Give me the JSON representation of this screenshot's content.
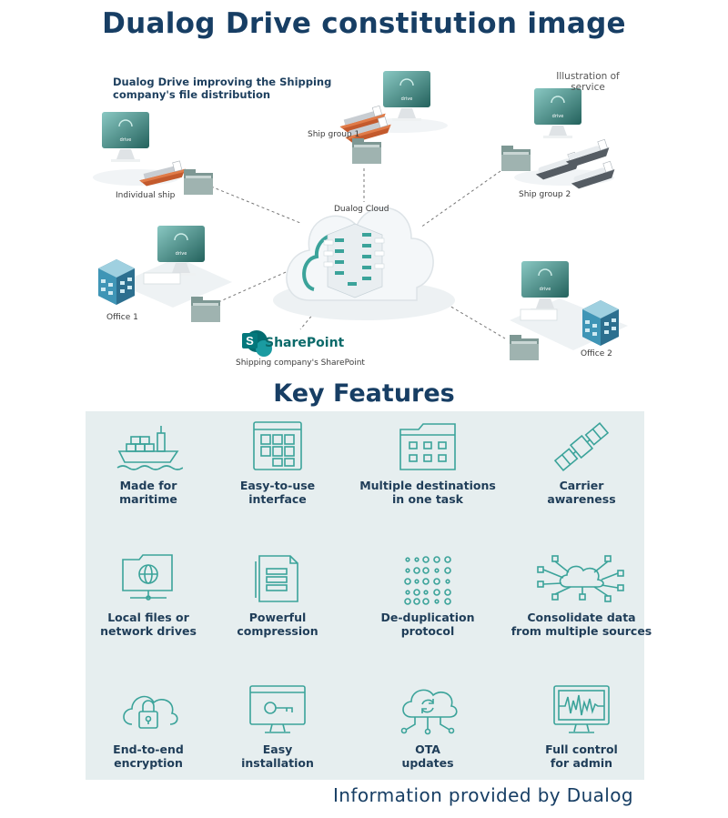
{
  "title": "Dualog Drive constitution image",
  "diagram": {
    "subtitle": "Dualog Drive improving the Shipping company's file distribution",
    "illustration_label": "Illustration of service",
    "cloud_label": "Dualog Cloud",
    "nodes": {
      "individual_ship": "Individual ship",
      "ship_group_1": "Ship group 1",
      "ship_group_2": "Ship group 2",
      "office_1": "Office 1",
      "office_2": "Office 2",
      "sharepoint": "Shipping company's SharePoint"
    },
    "sharepoint_logo_text": "SharePoint",
    "sharepoint_logo_letter": "S",
    "monitor_brand": "drive"
  },
  "features": {
    "title": "Key Features",
    "items": [
      {
        "label": "Made for\nmaritime",
        "icon": "ship-icon"
      },
      {
        "label": "Easy-to-use\ninterface",
        "icon": "interface-grid-icon"
      },
      {
        "label": "Multiple destinations\nin one task",
        "icon": "multi-destination-icon"
      },
      {
        "label": "Carrier\nawareness",
        "icon": "satellite-icon"
      },
      {
        "label": "Local files or\nnetwork drives",
        "icon": "network-folder-icon"
      },
      {
        "label": "Powerful\ncompression",
        "icon": "compression-icon"
      },
      {
        "label": "De-duplication\nprotocol",
        "icon": "deduplication-icon"
      },
      {
        "label": "Consolidate data\nfrom multiple sources",
        "icon": "cloud-network-icon"
      },
      {
        "label": "End-to-end\nencryption",
        "icon": "cloud-lock-icon"
      },
      {
        "label": "Easy\ninstallation",
        "icon": "monitor-key-icon"
      },
      {
        "label": "OTA\nupdates",
        "icon": "cloud-sync-icon"
      },
      {
        "label": "Full control\nfor admin",
        "icon": "monitor-wave-icon"
      }
    ]
  },
  "colors": {
    "teal": "#3ba39a",
    "navy": "#173e64",
    "panel": "#e6eeef",
    "ship_hull": "#c35a2d"
  },
  "footer": "Information provided by Dualog"
}
